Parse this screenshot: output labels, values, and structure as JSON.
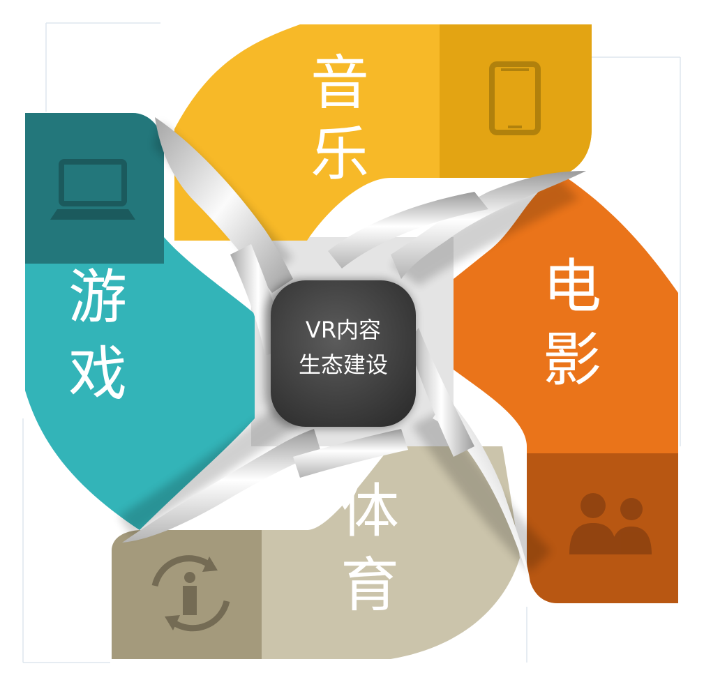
{
  "center": {
    "line1": "VR内容",
    "line2": "生态建设"
  },
  "segments": [
    {
      "id": "music",
      "char1": "音",
      "char2": "乐",
      "icon": "smartphone-icon",
      "color": "#f7b928",
      "dark": "#e3a413"
    },
    {
      "id": "movie",
      "char1": "电",
      "char2": "影",
      "icon": "audience-people-icon",
      "color": "#ea741a",
      "dark": "#b85712"
    },
    {
      "id": "sports",
      "char1": "体",
      "char2": "育",
      "icon": "person-cycle-icon",
      "color": "#cbc4ab",
      "dark": "#a49a7c"
    },
    {
      "id": "games",
      "char1": "游",
      "char2": "戏",
      "icon": "laptop-icon",
      "color": "#33b4b8",
      "dark": "#23777b"
    }
  ]
}
